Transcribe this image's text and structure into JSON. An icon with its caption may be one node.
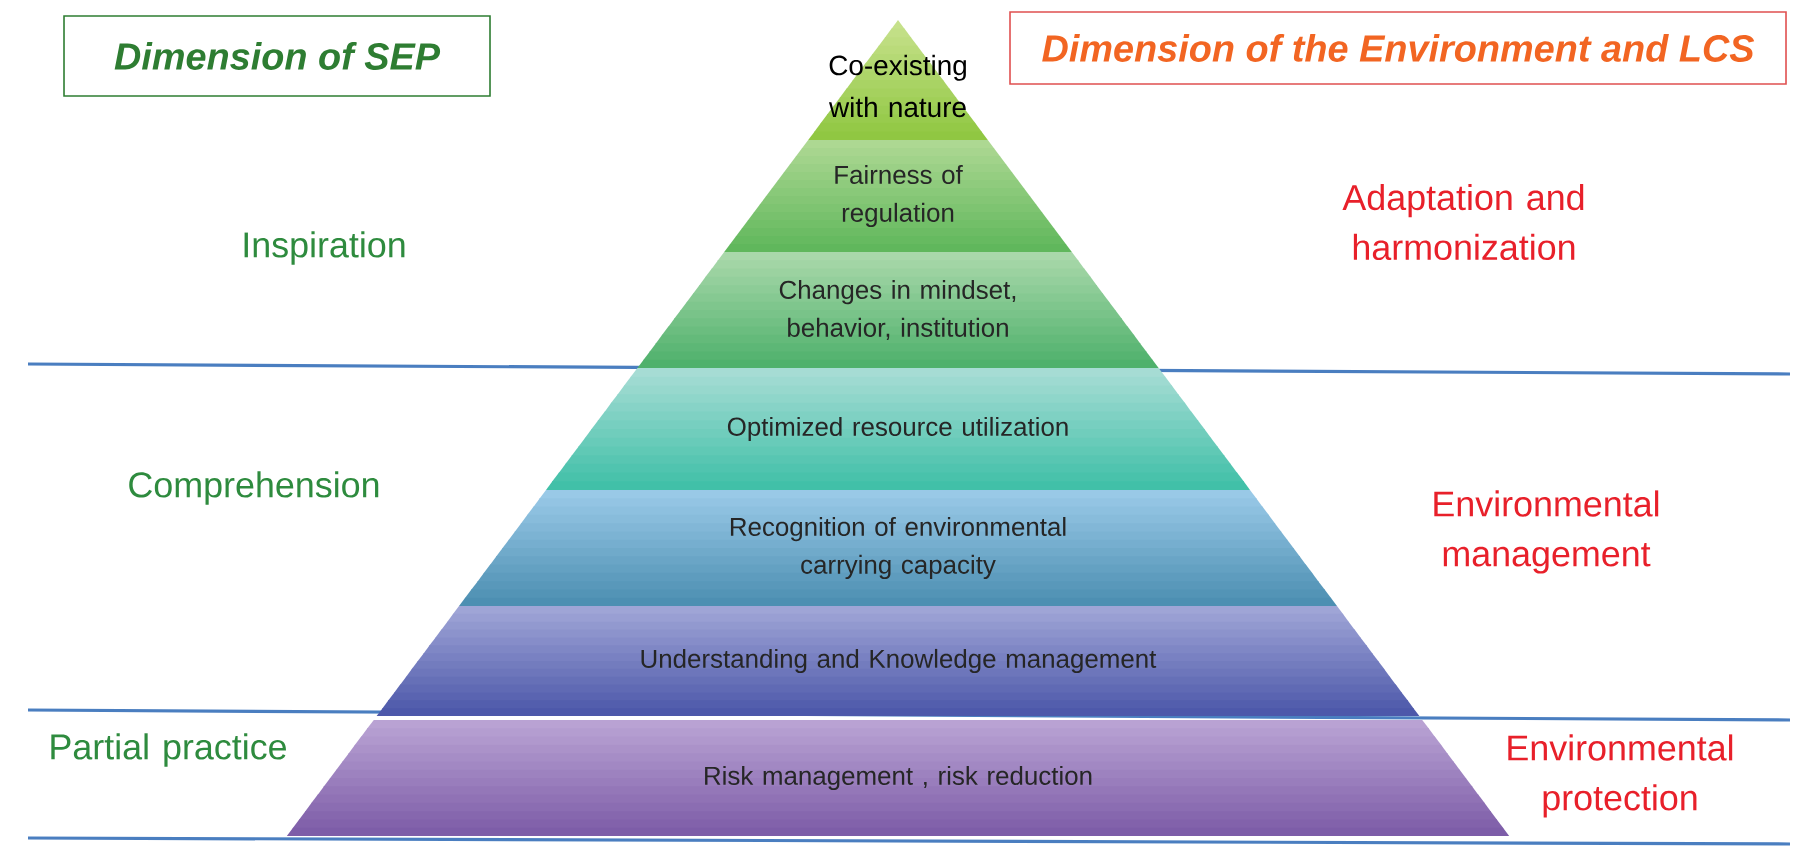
{
  "diagram": {
    "nodes": [
      {
        "text": [
          "Dimension of SEP"
        ]
      },
      {
        "text": [
          "Dimension of the Environment and LCS"
        ]
      },
      {
        "text": [
          "Co-existing with nature"
        ]
      },
      {
        "text": [
          "Fairness of regulation"
        ]
      },
      {
        "text": [
          "Changes in mindset, behavior, institution"
        ]
      },
      {
        "text": [
          "Optimized  resource utilization"
        ]
      },
      {
        "text": [
          "Recognition of environmental carrying capacity"
        ]
      },
      {
        "text": [
          "Understanding and Knowledge management"
        ]
      },
      {
        "text": [
          "Risk management , risk reduction"
        ]
      }
    ],
    "labels": [
      "Inspiration",
      "Adaptation and harmonization",
      "Comprehension",
      "Environmental management",
      "Partial practice",
      "Environmental protection"
    ]
  }
}
